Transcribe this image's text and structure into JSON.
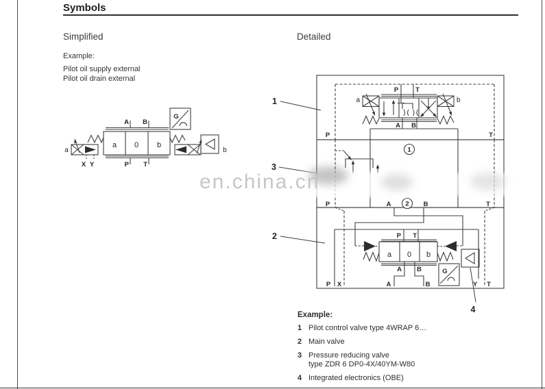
{
  "page": {
    "title": "Symbols",
    "section_left": "Simplified",
    "section_right": "Detailed",
    "example_label": "Example:",
    "example_line1": "Pilot oil supply external",
    "example_line2": "Pilot oil drain external"
  },
  "watermark": {
    "text": "en.china.cn",
    "color": "#c6c6c6"
  },
  "colors": {
    "ink": "#3e3e3e",
    "text": "#2e2e2e"
  },
  "labels": {
    "p": "P",
    "t": "T",
    "a_port": "A",
    "b_port": "B",
    "x": "X",
    "y": "Y",
    "pos_a": "a",
    "pos_0": "0",
    "pos_b": "b",
    "sol_a": "a",
    "sol_b": "b",
    "g": "G",
    "c1": "1",
    "c2": "2",
    "c3": "3",
    "c4": "4"
  },
  "legend": {
    "title": "Example:",
    "items": [
      {
        "num": "1",
        "line1": "Pilot control valve type 4WRAP 6…",
        "line2": ""
      },
      {
        "num": "2",
        "line1": "Main valve",
        "line2": ""
      },
      {
        "num": "3",
        "line1": "Pressure reducing valve",
        "line2": "type ZDR 6 DP0-4X/40YM-W80"
      },
      {
        "num": "4",
        "line1": "Integrated electronics (OBE)",
        "line2": ""
      }
    ]
  }
}
